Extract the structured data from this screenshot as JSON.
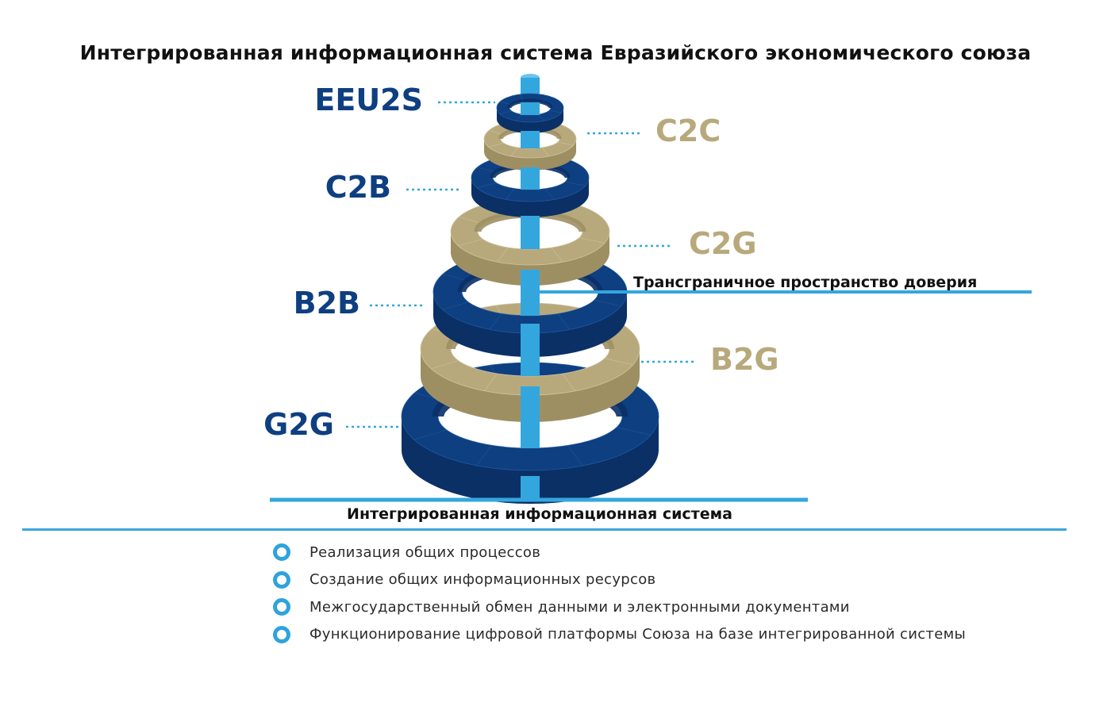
{
  "title": "Интегрированная информационная система Евразийского экономического союза",
  "colors": {
    "navy": "#0e3f80",
    "tan": "#b8a97c",
    "axis": "#34a6de",
    "text": "#111111"
  },
  "rings": [
    {
      "label": "EEU2S",
      "color": "navy",
      "side": "left"
    },
    {
      "label": "C2C",
      "color": "tan",
      "side": "right"
    },
    {
      "label": "C2B",
      "color": "navy",
      "side": "left"
    },
    {
      "label": "C2G",
      "color": "tan",
      "side": "right"
    },
    {
      "label": "B2B",
      "color": "navy",
      "side": "left"
    },
    {
      "label": "B2G",
      "color": "tan",
      "side": "right"
    },
    {
      "label": "G2G",
      "color": "navy",
      "side": "left"
    }
  ],
  "trust_space_label": "Трансграничное пространство доверия",
  "base_label": "Интегрированная информационная система",
  "bullets": [
    "Реализация общих процессов",
    "Создание общих информационных ресурсов",
    "Межгосударственный обмен данными и электронными документами",
    "Функционирование цифровой платформы Союза на базе интегрированной системы"
  ]
}
